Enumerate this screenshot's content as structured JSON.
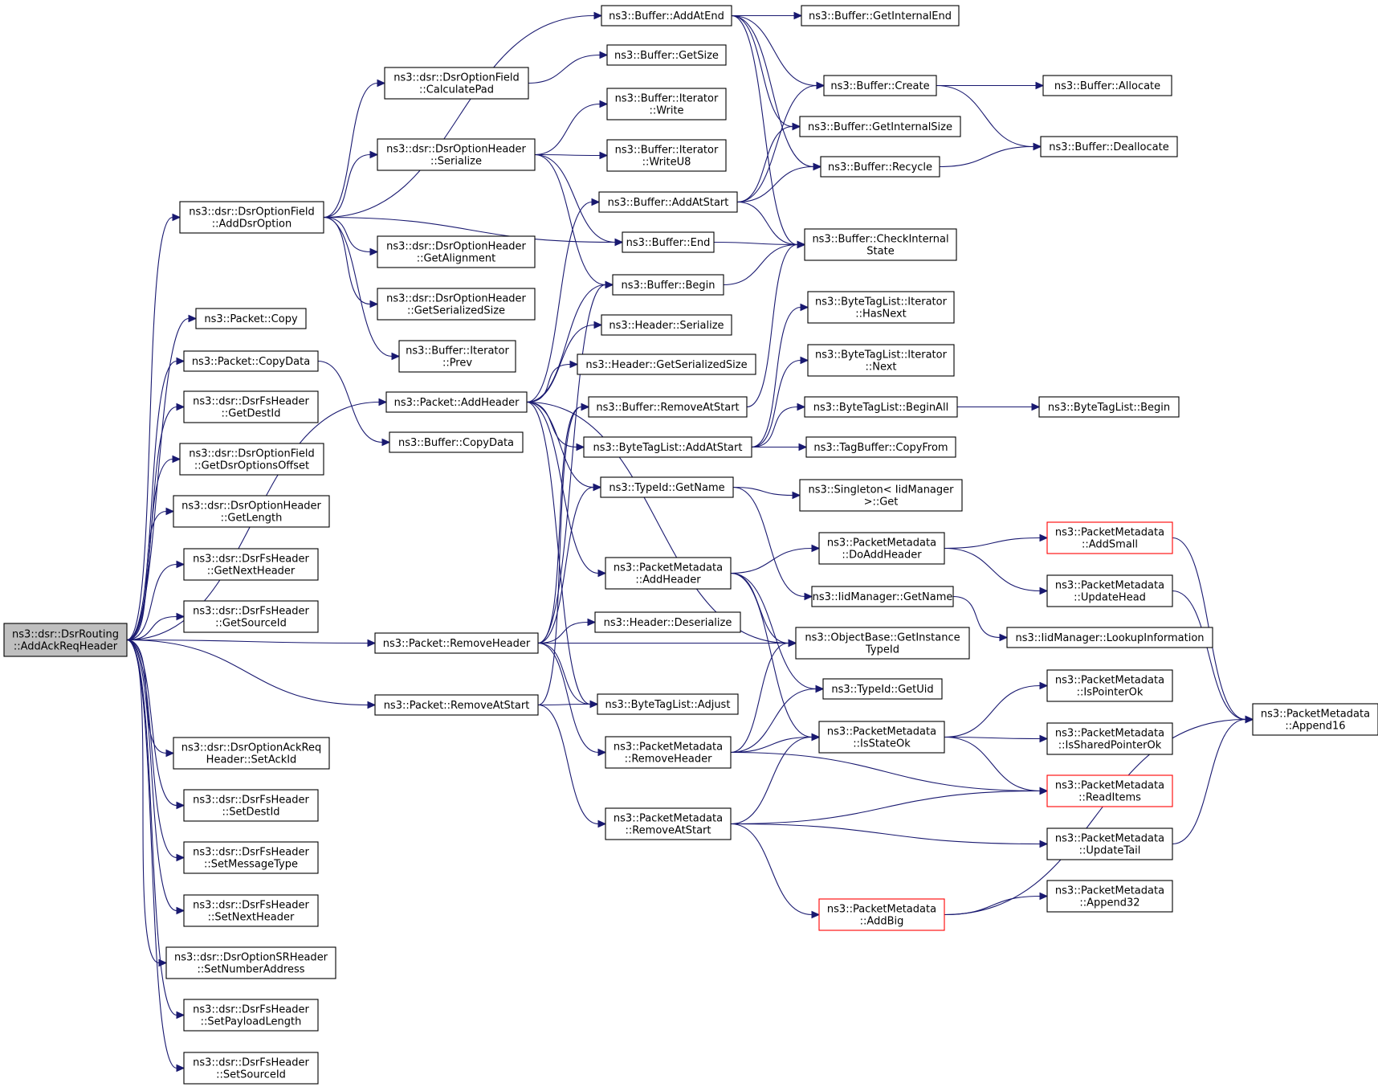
{
  "graph": {
    "root_id": "root",
    "nodes": [
      {
        "id": "root",
        "lines": [
          "ns3::dsr::DsrRouting",
          "::AddAckReqHeader"
        ],
        "style": "root"
      },
      {
        "id": "addDsrOption",
        "lines": [
          "ns3::dsr::DsrOptionField",
          "::AddDsrOption"
        ]
      },
      {
        "id": "pktCopy",
        "lines": [
          "ns3::Packet::Copy"
        ]
      },
      {
        "id": "pktCopyData",
        "lines": [
          "ns3::Packet::CopyData"
        ]
      },
      {
        "id": "fsGetDestId",
        "lines": [
          "ns3::dsr::DsrFsHeader",
          "::GetDestId"
        ]
      },
      {
        "id": "getDsrOptionsOffset",
        "lines": [
          "ns3::dsr::DsrOptionField",
          "::GetDsrOptionsOffset"
        ]
      },
      {
        "id": "optGetLength",
        "lines": [
          "ns3::dsr::DsrOptionHeader",
          "::GetLength"
        ]
      },
      {
        "id": "fsGetNextHeader",
        "lines": [
          "ns3::dsr::DsrFsHeader",
          "::GetNextHeader"
        ]
      },
      {
        "id": "fsGetSourceId",
        "lines": [
          "ns3::dsr::DsrFsHeader",
          "::GetSourceId"
        ]
      },
      {
        "id": "setAckId",
        "lines": [
          "ns3::dsr::DsrOptionAckReq",
          "Header::SetAckId"
        ]
      },
      {
        "id": "fsSetDestId",
        "lines": [
          "ns3::dsr::DsrFsHeader",
          "::SetDestId"
        ]
      },
      {
        "id": "fsSetMessageType",
        "lines": [
          "ns3::dsr::DsrFsHeader",
          "::SetMessageType"
        ]
      },
      {
        "id": "fsSetNextHeader",
        "lines": [
          "ns3::dsr::DsrFsHeader",
          "::SetNextHeader"
        ]
      },
      {
        "id": "srSetNumberAddress",
        "lines": [
          "ns3::dsr::DsrOptionSRHeader",
          "::SetNumberAddress"
        ]
      },
      {
        "id": "fsSetPayloadLength",
        "lines": [
          "ns3::dsr::DsrFsHeader",
          "::SetPayloadLength"
        ]
      },
      {
        "id": "fsSetSourceId",
        "lines": [
          "ns3::dsr::DsrFsHeader",
          "::SetSourceId"
        ]
      },
      {
        "id": "calculatePad",
        "lines": [
          "ns3::dsr::DsrOptionField",
          "::CalculatePad"
        ]
      },
      {
        "id": "optSerialize",
        "lines": [
          "ns3::dsr::DsrOptionHeader",
          "::Serialize"
        ]
      },
      {
        "id": "optGetAlignment",
        "lines": [
          "ns3::dsr::DsrOptionHeader",
          "::GetAlignment"
        ]
      },
      {
        "id": "optGetSerializedSize",
        "lines": [
          "ns3::dsr::DsrOptionHeader",
          "::GetSerializedSize"
        ]
      },
      {
        "id": "itPrev",
        "lines": [
          "ns3::Buffer::Iterator",
          "::Prev"
        ]
      },
      {
        "id": "pktAddHeader",
        "lines": [
          "ns3::Packet::AddHeader"
        ]
      },
      {
        "id": "bufCopyData",
        "lines": [
          "ns3::Buffer::CopyData"
        ]
      },
      {
        "id": "pktRemoveHeader",
        "lines": [
          "ns3::Packet::RemoveHeader"
        ]
      },
      {
        "id": "pktRemoveAtStart",
        "lines": [
          "ns3::Packet::RemoveAtStart"
        ]
      },
      {
        "id": "bufAddAtEnd",
        "lines": [
          "ns3::Buffer::AddAtEnd"
        ]
      },
      {
        "id": "bufGetSize",
        "lines": [
          "ns3::Buffer::GetSize"
        ]
      },
      {
        "id": "itWrite",
        "lines": [
          "ns3::Buffer::Iterator",
          "::Write"
        ]
      },
      {
        "id": "itWriteU8",
        "lines": [
          "ns3::Buffer::Iterator",
          "::WriteU8"
        ]
      },
      {
        "id": "bufAddAtStart",
        "lines": [
          "ns3::Buffer::AddAtStart"
        ]
      },
      {
        "id": "bufEnd",
        "lines": [
          "ns3::Buffer::End"
        ]
      },
      {
        "id": "bufBegin",
        "lines": [
          "ns3::Buffer::Begin"
        ]
      },
      {
        "id": "hdrSerialize",
        "lines": [
          "ns3::Header::Serialize"
        ]
      },
      {
        "id": "hdrGetSerializedSize",
        "lines": [
          "ns3::Header::GetSerializedSize"
        ]
      },
      {
        "id": "bufRemoveAtStart",
        "lines": [
          "ns3::Buffer::RemoveAtStart"
        ]
      },
      {
        "id": "btlAddAtStart",
        "lines": [
          "ns3::ByteTagList::AddAtStart"
        ]
      },
      {
        "id": "typeGetName",
        "lines": [
          "ns3::TypeId::GetName"
        ]
      },
      {
        "id": "pmAddHeader",
        "lines": [
          "ns3::PacketMetadata",
          "::AddHeader"
        ]
      },
      {
        "id": "hdrDeserialize",
        "lines": [
          "ns3::Header::Deserialize"
        ]
      },
      {
        "id": "btlAdjust",
        "lines": [
          "ns3::ByteTagList::Adjust"
        ]
      },
      {
        "id": "pmRemoveHeader",
        "lines": [
          "ns3::PacketMetadata",
          "::RemoveHeader"
        ]
      },
      {
        "id": "pmRemoveAtStart",
        "lines": [
          "ns3::PacketMetadata",
          "::RemoveAtStart"
        ]
      },
      {
        "id": "bufGetInternalEnd",
        "lines": [
          "ns3::Buffer::GetInternalEnd"
        ]
      },
      {
        "id": "bufCreate",
        "lines": [
          "ns3::Buffer::Create"
        ]
      },
      {
        "id": "bufGetInternalSize",
        "lines": [
          "ns3::Buffer::GetInternalSize"
        ]
      },
      {
        "id": "bufRecycle",
        "lines": [
          "ns3::Buffer::Recycle"
        ]
      },
      {
        "id": "bufCheckInternalState",
        "lines": [
          "ns3::Buffer::CheckInternal",
          "State"
        ]
      },
      {
        "id": "btlItHasNext",
        "lines": [
          "ns3::ByteTagList::Iterator",
          "::HasNext"
        ]
      },
      {
        "id": "btlItNext",
        "lines": [
          "ns3::ByteTagList::Iterator",
          "::Next"
        ]
      },
      {
        "id": "btlBeginAll",
        "lines": [
          "ns3::ByteTagList::BeginAll"
        ]
      },
      {
        "id": "tagBufCopyFrom",
        "lines": [
          "ns3::TagBuffer::CopyFrom"
        ]
      },
      {
        "id": "singletonGet",
        "lines": [
          "ns3::Singleton< IidManager",
          ">::Get"
        ]
      },
      {
        "id": "pmDoAddHeader",
        "lines": [
          "ns3::PacketMetadata",
          "::DoAddHeader"
        ]
      },
      {
        "id": "iidGetName",
        "lines": [
          "ns3::IidManager::GetName"
        ]
      },
      {
        "id": "objGetInstanceTypeId",
        "lines": [
          "ns3::ObjectBase::GetInstance",
          "TypeId"
        ]
      },
      {
        "id": "typeGetUid",
        "lines": [
          "ns3::TypeId::GetUid"
        ]
      },
      {
        "id": "pmIsStateOk",
        "lines": [
          "ns3::PacketMetadata",
          "::IsStateOk"
        ]
      },
      {
        "id": "pmAddBig",
        "lines": [
          "ns3::PacketMetadata",
          "::AddBig"
        ],
        "style": "truncated"
      },
      {
        "id": "bufAllocate",
        "lines": [
          "ns3::Buffer::Allocate"
        ]
      },
      {
        "id": "bufDeallocate",
        "lines": [
          "ns3::Buffer::Deallocate"
        ]
      },
      {
        "id": "btlBegin",
        "lines": [
          "ns3::ByteTagList::Begin"
        ]
      },
      {
        "id": "pmAddSmall",
        "lines": [
          "ns3::PacketMetadata",
          "::AddSmall"
        ],
        "style": "truncated"
      },
      {
        "id": "pmUpdateHead",
        "lines": [
          "ns3::PacketMetadata",
          "::UpdateHead"
        ]
      },
      {
        "id": "iidLookupInformation",
        "lines": [
          "ns3::IidManager::LookupInformation"
        ]
      },
      {
        "id": "pmIsPointerOk",
        "lines": [
          "ns3::PacketMetadata",
          "::IsPointerOk"
        ]
      },
      {
        "id": "pmIsSharedPointerOk",
        "lines": [
          "ns3::PacketMetadata",
          "::IsSharedPointerOk"
        ]
      },
      {
        "id": "pmReadItems",
        "lines": [
          "ns3::PacketMetadata",
          "::ReadItems"
        ],
        "style": "truncated"
      },
      {
        "id": "pmUpdateTail",
        "lines": [
          "ns3::PacketMetadata",
          "::UpdateTail"
        ]
      },
      {
        "id": "pmAppend32",
        "lines": [
          "ns3::PacketMetadata",
          "::Append32"
        ]
      },
      {
        "id": "pmAppend16",
        "lines": [
          "ns3::PacketMetadata",
          "::Append16"
        ]
      }
    ],
    "edges": [
      [
        "root",
        "addDsrOption"
      ],
      [
        "root",
        "pktCopy"
      ],
      [
        "root",
        "pktCopyData"
      ],
      [
        "root",
        "fsGetDestId"
      ],
      [
        "root",
        "getDsrOptionsOffset"
      ],
      [
        "root",
        "optGetLength"
      ],
      [
        "root",
        "fsGetNextHeader"
      ],
      [
        "root",
        "fsGetSourceId"
      ],
      [
        "root",
        "pktAddHeader"
      ],
      [
        "root",
        "pktRemoveHeader"
      ],
      [
        "root",
        "pktRemoveAtStart"
      ],
      [
        "root",
        "setAckId"
      ],
      [
        "root",
        "fsSetDestId"
      ],
      [
        "root",
        "fsSetMessageType"
      ],
      [
        "root",
        "fsSetNextHeader"
      ],
      [
        "root",
        "srSetNumberAddress"
      ],
      [
        "root",
        "fsSetPayloadLength"
      ],
      [
        "root",
        "fsSetSourceId"
      ],
      [
        "addDsrOption",
        "bufAddAtEnd"
      ],
      [
        "addDsrOption",
        "calculatePad"
      ],
      [
        "addDsrOption",
        "optSerialize"
      ],
      [
        "addDsrOption",
        "bufEnd"
      ],
      [
        "addDsrOption",
        "optGetAlignment"
      ],
      [
        "addDsrOption",
        "optGetSerializedSize"
      ],
      [
        "addDsrOption",
        "itPrev"
      ],
      [
        "pktCopyData",
        "bufCopyData"
      ],
      [
        "calculatePad",
        "bufGetSize"
      ],
      [
        "optSerialize",
        "itWrite"
      ],
      [
        "optSerialize",
        "itWriteU8"
      ],
      [
        "optSerialize",
        "bufEnd"
      ],
      [
        "optSerialize",
        "bufBegin"
      ],
      [
        "pktAddHeader",
        "bufAddAtStart"
      ],
      [
        "pktAddHeader",
        "bufBegin"
      ],
      [
        "pktAddHeader",
        "hdrSerialize"
      ],
      [
        "pktAddHeader",
        "hdrGetSerializedSize"
      ],
      [
        "pktAddHeader",
        "btlAddAtStart"
      ],
      [
        "pktAddHeader",
        "typeGetName"
      ],
      [
        "pktAddHeader",
        "pmAddHeader"
      ],
      [
        "pktAddHeader",
        "btlAdjust"
      ],
      [
        "pktAddHeader",
        "objGetInstanceTypeId"
      ],
      [
        "pktRemoveHeader",
        "bufBegin"
      ],
      [
        "pktRemoveHeader",
        "bufRemoveAtStart"
      ],
      [
        "pktRemoveHeader",
        "typeGetName"
      ],
      [
        "pktRemoveHeader",
        "hdrDeserialize"
      ],
      [
        "pktRemoveHeader",
        "objGetInstanceTypeId"
      ],
      [
        "pktRemoveHeader",
        "btlAdjust"
      ],
      [
        "pktRemoveHeader",
        "pmRemoveHeader"
      ],
      [
        "pktRemoveAtStart",
        "bufRemoveAtStart"
      ],
      [
        "pktRemoveAtStart",
        "btlAdjust"
      ],
      [
        "pktRemoveAtStart",
        "pmRemoveAtStart"
      ],
      [
        "bufAddAtEnd",
        "bufGetInternalEnd"
      ],
      [
        "bufAddAtEnd",
        "bufCreate"
      ],
      [
        "bufAddAtEnd",
        "bufGetInternalSize"
      ],
      [
        "bufAddAtEnd",
        "bufRecycle"
      ],
      [
        "bufAddAtEnd",
        "bufCheckInternalState"
      ],
      [
        "bufAddAtStart",
        "bufCreate"
      ],
      [
        "bufAddAtStart",
        "bufGetInternalSize"
      ],
      [
        "bufAddAtStart",
        "bufRecycle"
      ],
      [
        "bufAddAtStart",
        "bufCheckInternalState"
      ],
      [
        "bufEnd",
        "bufCheckInternalState"
      ],
      [
        "bufBegin",
        "bufCheckInternalState"
      ],
      [
        "bufRemoveAtStart",
        "bufCheckInternalState"
      ],
      [
        "btlAddAtStart",
        "btlItHasNext"
      ],
      [
        "btlAddAtStart",
        "btlItNext"
      ],
      [
        "btlAddAtStart",
        "btlBeginAll"
      ],
      [
        "btlAddAtStart",
        "tagBufCopyFrom"
      ],
      [
        "typeGetName",
        "singletonGet"
      ],
      [
        "typeGetName",
        "iidGetName"
      ],
      [
        "pmAddHeader",
        "pmDoAddHeader"
      ],
      [
        "pmAddHeader",
        "objGetInstanceTypeId"
      ],
      [
        "pmAddHeader",
        "typeGetUid"
      ],
      [
        "pmAddHeader",
        "pmIsStateOk"
      ],
      [
        "pmRemoveHeader",
        "objGetInstanceTypeId"
      ],
      [
        "pmRemoveHeader",
        "typeGetUid"
      ],
      [
        "pmRemoveHeader",
        "pmIsStateOk"
      ],
      [
        "pmRemoveHeader",
        "pmReadItems"
      ],
      [
        "pmRemoveAtStart",
        "pmIsStateOk"
      ],
      [
        "pmRemoveAtStart",
        "pmReadItems"
      ],
      [
        "pmRemoveAtStart",
        "pmUpdateTail"
      ],
      [
        "pmRemoveAtStart",
        "pmAddBig"
      ],
      [
        "bufCreate",
        "bufAllocate"
      ],
      [
        "bufCreate",
        "bufDeallocate"
      ],
      [
        "bufRecycle",
        "bufDeallocate"
      ],
      [
        "btlBeginAll",
        "btlBegin"
      ],
      [
        "pmDoAddHeader",
        "pmAddSmall"
      ],
      [
        "pmDoAddHeader",
        "pmUpdateHead"
      ],
      [
        "iidGetName",
        "iidLookupInformation"
      ],
      [
        "pmIsStateOk",
        "pmIsPointerOk"
      ],
      [
        "pmIsStateOk",
        "pmIsSharedPointerOk"
      ],
      [
        "pmIsStateOk",
        "pmReadItems"
      ],
      [
        "pmAddBig",
        "pmAppend32"
      ],
      [
        "pmAddBig",
        "pmAppend16"
      ],
      [
        "pmAddSmall",
        "pmAppend16"
      ],
      [
        "pmUpdateHead",
        "pmAppend16"
      ],
      [
        "pmUpdateTail",
        "pmAppend16"
      ]
    ]
  },
  "colors": {
    "edge": "#191970",
    "node_border": "#000000",
    "node_fill": "#ffffff",
    "root_fill": "#bfbfbf",
    "truncated_border": "#ff0000"
  }
}
